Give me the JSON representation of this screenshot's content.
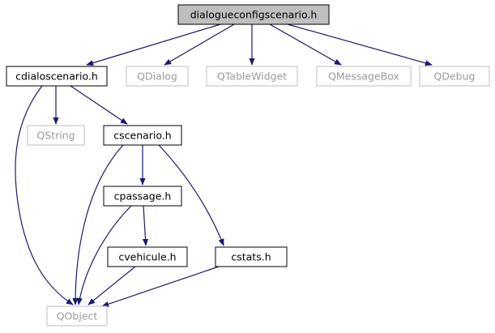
{
  "colors": {
    "edge": "#191970",
    "root_fill": "#bfbfbf",
    "node_border": "#000000",
    "external_border": "#bfbfbf",
    "external_text": "#9a9a9a"
  },
  "nodes": [
    {
      "id": "dialogueconfigscenario",
      "label": "dialogueconfigscenario.h",
      "kind": "root"
    },
    {
      "id": "cdialoscenario",
      "label": "cdialoscenario.h",
      "kind": "header"
    },
    {
      "id": "qdialog",
      "label": "QDialog",
      "kind": "external"
    },
    {
      "id": "qtablewidget",
      "label": "QTableWidget",
      "kind": "external"
    },
    {
      "id": "qmessagebox",
      "label": "QMessageBox",
      "kind": "external"
    },
    {
      "id": "qdebug",
      "label": "QDebug",
      "kind": "external"
    },
    {
      "id": "qstring",
      "label": "QString",
      "kind": "external"
    },
    {
      "id": "cscenario",
      "label": "cscenario.h",
      "kind": "header"
    },
    {
      "id": "cpassage",
      "label": "cpassage.h",
      "kind": "header"
    },
    {
      "id": "cvehicule",
      "label": "cvehicule.h",
      "kind": "header"
    },
    {
      "id": "cstats",
      "label": "cstats.h",
      "kind": "header"
    },
    {
      "id": "qobject",
      "label": "QObject",
      "kind": "external"
    }
  ],
  "edges": [
    {
      "from": "dialogueconfigscenario",
      "to": "cdialoscenario"
    },
    {
      "from": "dialogueconfigscenario",
      "to": "qdialog"
    },
    {
      "from": "dialogueconfigscenario",
      "to": "qtablewidget"
    },
    {
      "from": "dialogueconfigscenario",
      "to": "qmessagebox"
    },
    {
      "from": "dialogueconfigscenario",
      "to": "qdebug"
    },
    {
      "from": "cdialoscenario",
      "to": "qstring"
    },
    {
      "from": "cdialoscenario",
      "to": "cscenario"
    },
    {
      "from": "cdialoscenario",
      "to": "qobject"
    },
    {
      "from": "cscenario",
      "to": "cpassage"
    },
    {
      "from": "cscenario",
      "to": "cstats"
    },
    {
      "from": "cscenario",
      "to": "qobject"
    },
    {
      "from": "cpassage",
      "to": "cvehicule"
    },
    {
      "from": "cpassage",
      "to": "qobject"
    },
    {
      "from": "cvehicule",
      "to": "qobject"
    },
    {
      "from": "cstats",
      "to": "qobject"
    }
  ]
}
